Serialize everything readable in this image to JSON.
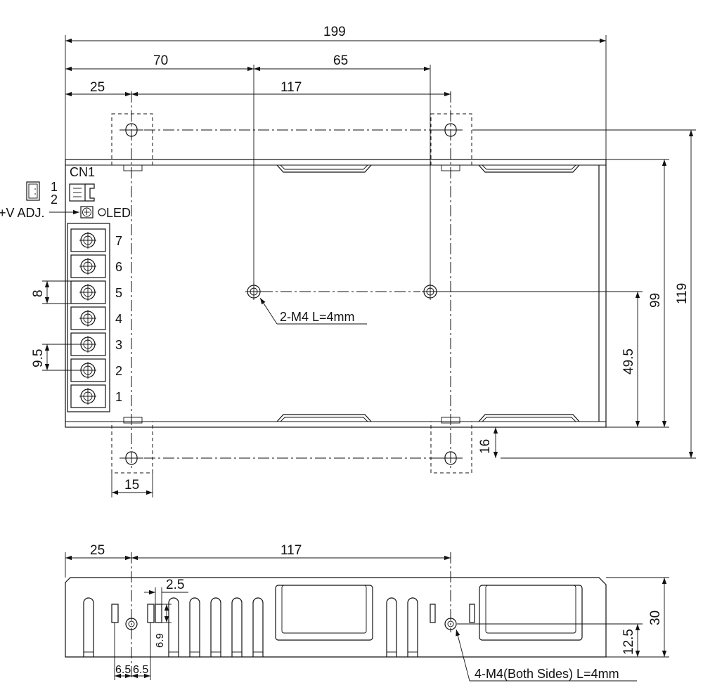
{
  "top_view": {
    "dimensions": {
      "overall_length": "199",
      "first_hole_offset": "70",
      "hole_spacing": "65",
      "bracket_offset": "25",
      "bracket_spacing": "117",
      "overall_height": "119",
      "body_height": "99",
      "center_hole_height": "49.5",
      "bracket_depth": "16",
      "bracket_width": "15",
      "terminal_pitch_a": "8",
      "terminal_pitch_b": "9.5"
    },
    "connector": {
      "name": "CN1",
      "pins": [
        "1",
        "2"
      ]
    },
    "adjust_label": "+V ADJ.",
    "led_label": "LED",
    "terminal_numbers": [
      "7",
      "6",
      "5",
      "4",
      "3",
      "2",
      "1"
    ],
    "mount_callout": "2-M4 L=4mm"
  },
  "side_view": {
    "dimensions": {
      "bracket_offset": "25",
      "bracket_spacing": "117",
      "slot_gap": "2.5",
      "slot_height": "6.9",
      "offset_left": "6.5",
      "offset_right": "6.5",
      "height": "30",
      "hole_height": "12.5"
    },
    "mount_callout": "4-M4(Both Sides) L=4mm"
  }
}
